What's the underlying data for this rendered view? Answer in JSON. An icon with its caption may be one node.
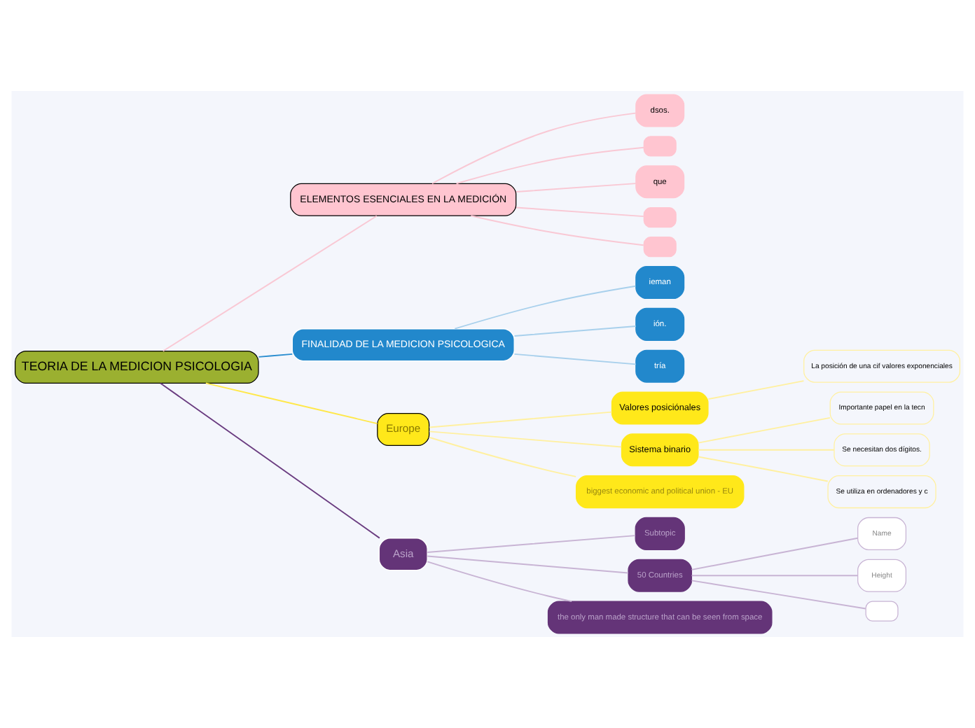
{
  "diagram": {
    "nodes": [
      {
        "text": [
          "TEORIA DE LA MEDICION PSICOLOGIA"
        ]
      },
      {
        "text": [
          "ELEMENTOS ESENCIALES EN LA MEDICIÓN"
        ]
      },
      {
        "text": [
          "dsos."
        ]
      },
      {
        "text": [],
        "shape": "box"
      },
      {
        "text": [
          "que"
        ]
      },
      {
        "text": [],
        "shape": "box"
      },
      {
        "text": [],
        "shape": "box"
      },
      {
        "text": [
          "FINALIDAD DE LA MEDICION PSICOLOGICA"
        ]
      },
      {
        "text": [
          "ieman"
        ]
      },
      {
        "text": [
          "ión."
        ]
      },
      {
        "text": [
          "tría"
        ]
      },
      {
        "text": [
          "Europe"
        ]
      },
      {
        "text": [
          "Valores posiciónales"
        ]
      },
      {
        "text": [
          "La posición de una cif valores exponenciales"
        ]
      },
      {
        "text": [
          "Sistema binario"
        ]
      },
      {
        "text": [
          "Importante papel en la tecn"
        ]
      },
      {
        "text": [
          "Se necesitan dos dígitos."
        ]
      },
      {
        "text": [
          "Se utiliza en ordenadores y c"
        ]
      },
      {
        "text": [
          "biggest economic and political union - EU"
        ]
      },
      {
        "text": [
          "Asia"
        ]
      },
      {
        "text": [
          "Subtopic"
        ]
      },
      {
        "text": [
          "50 Countries"
        ]
      },
      {
        "text": [
          "Name"
        ]
      },
      {
        "text": [
          "Height"
        ]
      },
      {
        "text": [],
        "shape": "box"
      },
      {
        "text": [
          "the only man made structure that can be seen from space"
        ]
      }
    ],
    "edges": [
      {
        "from": 0,
        "to": 1,
        "arrow": "none",
        "color": "#f9c8d4"
      },
      {
        "from": 1,
        "to": 2,
        "arrow": "none",
        "color": "#f9c8d4"
      },
      {
        "from": 1,
        "to": 3,
        "arrow": "none",
        "color": "#f9c8d4"
      },
      {
        "from": 1,
        "to": 4,
        "arrow": "none",
        "color": "#f9c8d4"
      },
      {
        "from": 1,
        "to": 5,
        "arrow": "none",
        "color": "#f9c8d4"
      },
      {
        "from": 1,
        "to": 6,
        "arrow": "none",
        "color": "#f9c8d4"
      },
      {
        "from": 0,
        "to": 7,
        "arrow": "none",
        "color": "#2b8ed0"
      },
      {
        "from": 7,
        "to": 8,
        "arrow": "none",
        "color": "#a8d0ec"
      },
      {
        "from": 7,
        "to": 9,
        "arrow": "none",
        "color": "#a8d0ec"
      },
      {
        "from": 7,
        "to": 10,
        "arrow": "none",
        "color": "#a8d0ec"
      },
      {
        "from": 0,
        "to": 11,
        "arrow": "none",
        "color": "#ffe84a"
      },
      {
        "from": 11,
        "to": 12,
        "arrow": "none",
        "color": "#fff0a0"
      },
      {
        "from": 12,
        "to": 13,
        "arrow": "none",
        "color": "#fff0a0"
      },
      {
        "from": 11,
        "to": 14,
        "arrow": "none",
        "color": "#fff0a0"
      },
      {
        "from": 14,
        "to": 15,
        "arrow": "none",
        "color": "#fff0a0"
      },
      {
        "from": 14,
        "to": 16,
        "arrow": "none",
        "color": "#fff0a0"
      },
      {
        "from": 14,
        "to": 17,
        "arrow": "none",
        "color": "#fff0a0"
      },
      {
        "from": 11,
        "to": 18,
        "arrow": "none",
        "color": "#fff0a0"
      },
      {
        "from": 0,
        "to": 19,
        "arrow": "none",
        "color": "#6a3c80"
      },
      {
        "from": 19,
        "to": 20,
        "arrow": "none",
        "color": "#c8b4d4"
      },
      {
        "from": 19,
        "to": 21,
        "arrow": "none",
        "color": "#c8b4d4"
      },
      {
        "from": 21,
        "to": 22,
        "arrow": "none",
        "color": "#c8b4d4"
      },
      {
        "from": 21,
        "to": 23,
        "arrow": "none",
        "color": "#c8b4d4"
      },
      {
        "from": 21,
        "to": 24,
        "arrow": "none",
        "color": "#c8b4d4"
      },
      {
        "from": 19,
        "to": 25,
        "arrow": "none",
        "color": "#c8b4d4"
      }
    ]
  }
}
